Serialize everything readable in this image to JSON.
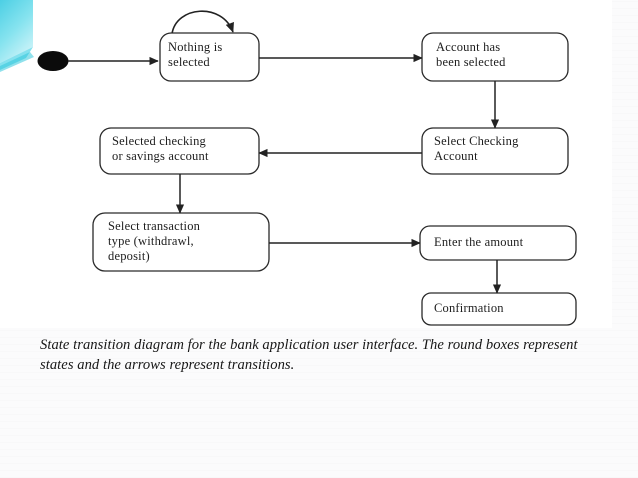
{
  "slide": {
    "background_color": "#fbfbfc",
    "diagram_background_color": "#ffffff",
    "accent_color": "#4fd8e8",
    "stroke_color": "#262626"
  },
  "decoration": {
    "corner_ribbon_name": "cyan-corner-ribbon",
    "gradient_from": "#57d6ea",
    "gradient_to": "#b9f0f6"
  },
  "diagram": {
    "type": "state-transition-diagram",
    "start_marker": "filled-circle",
    "states": [
      {
        "id": "nothing-selected",
        "label": "Nothing is\nselected"
      },
      {
        "id": "account-selected",
        "label": "Account has\nbeen selected"
      },
      {
        "id": "selected-checking",
        "label": "Selected checking\nor savings account"
      },
      {
        "id": "select-checking",
        "label": "Select Checking\nAccount"
      },
      {
        "id": "select-transaction",
        "label": "Select transaction\ntype (withdrawl,\ndeposit)"
      },
      {
        "id": "enter-amount",
        "label": "Enter the amount"
      },
      {
        "id": "confirmation",
        "label": "Confirmation"
      }
    ],
    "transitions": [
      {
        "from": "start",
        "to": "nothing-selected",
        "direction": "right"
      },
      {
        "from": "nothing-selected",
        "to": "nothing-selected",
        "direction": "self-loop"
      },
      {
        "from": "nothing-selected",
        "to": "account-selected",
        "direction": "right"
      },
      {
        "from": "account-selected",
        "to": "select-checking",
        "direction": "down"
      },
      {
        "from": "select-checking",
        "to": "selected-checking",
        "direction": "left"
      },
      {
        "from": "selected-checking",
        "to": "select-transaction",
        "direction": "down"
      },
      {
        "from": "select-transaction",
        "to": "enter-amount",
        "direction": "right"
      },
      {
        "from": "enter-amount",
        "to": "confirmation",
        "direction": "down"
      }
    ]
  },
  "caption": {
    "line1": "State transition diagram for the bank application user interface. The round boxes",
    "line2": "represent states and the arrows represent transitions.",
    "text": "State transition diagram for the bank application user interface. The round boxes represent states and the arrows represent transitions."
  }
}
